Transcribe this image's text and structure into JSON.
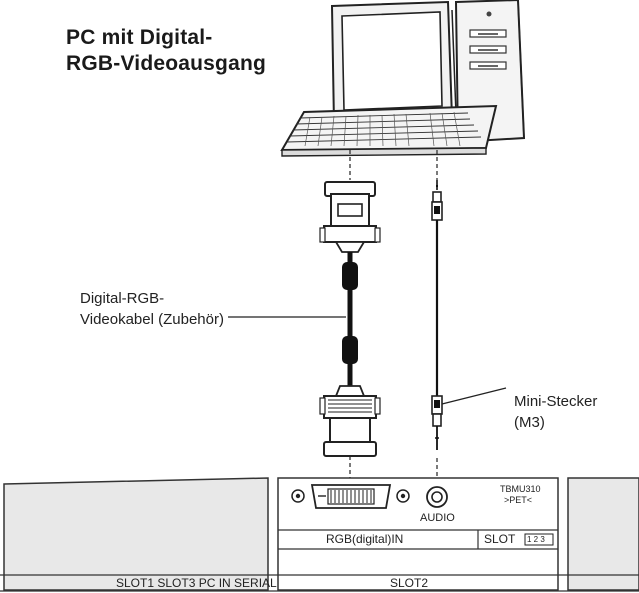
{
  "title": {
    "line1": "PC mit Digital-",
    "line2": "RGB-Videoausgang"
  },
  "callouts": {
    "cable_line1": "Digital-RGB-",
    "cable_line2": "Videokabel (Zubehör)",
    "plug_line1": "Mini-Stecker",
    "plug_line2": "(M3)"
  },
  "panel": {
    "audio_label": "AUDIO",
    "model_line1": "TBMU310",
    "model_line2": ">PET<",
    "rgb_in_label": "RGB(digital)IN",
    "slot_label": "SLOT",
    "slot_badge": "1 2 3",
    "bottom_strip": "SLOT1 SLOT3 PC IN SERIAL",
    "slot2_label": "SLOT2"
  },
  "icons": [
    "pc-monitor-icon",
    "pc-tower-icon",
    "keyboard-icon",
    "dvi-plug-icon",
    "mini-jack-plug-icon",
    "dvi-port-icon",
    "audio-jack-icon"
  ]
}
